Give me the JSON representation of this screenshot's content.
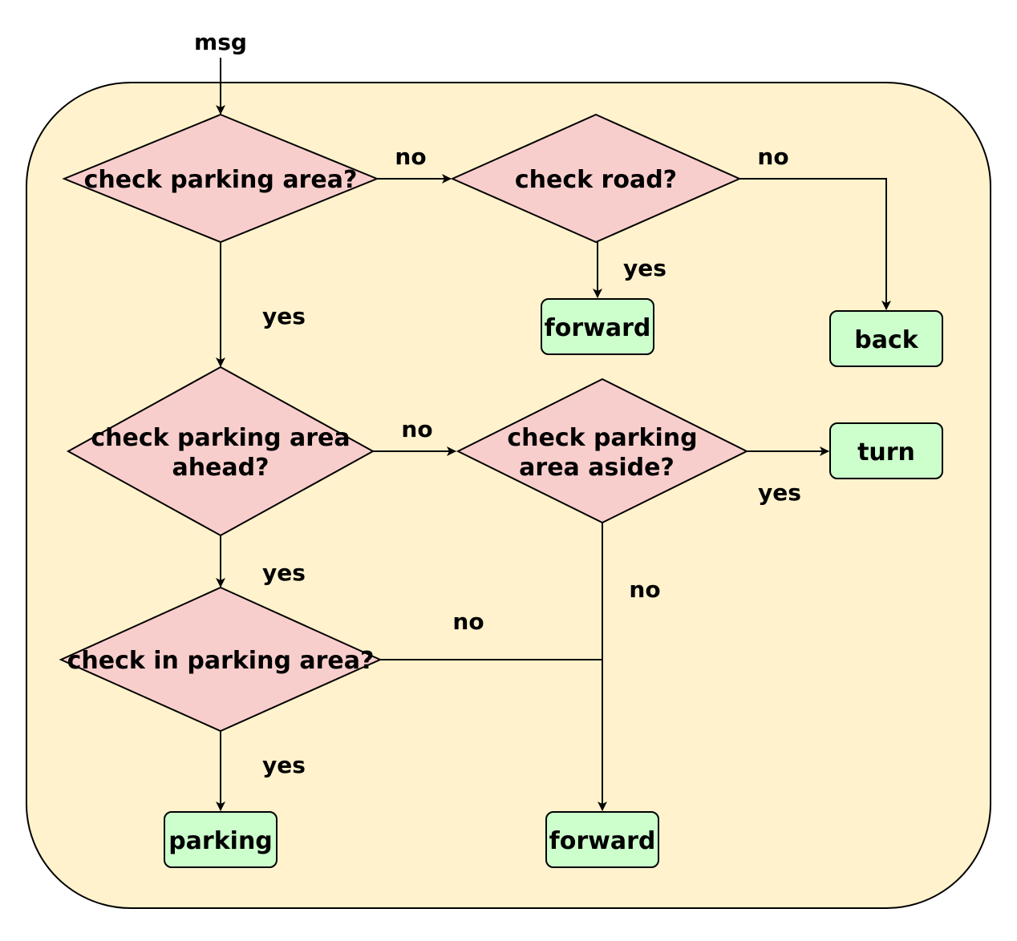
{
  "colors": {
    "container_fill": "#FFF2CC",
    "decision_fill": "#F8CECC",
    "action_fill": "#CCFFCC",
    "stroke": "#000000"
  },
  "input_label": "msg",
  "decisions": {
    "check_parking_area": "check parking area?",
    "check_road": "check road?",
    "check_parking_area_ahead": [
      "check parking area",
      "ahead?"
    ],
    "check_parking_area_aside": [
      "check parking",
      "area aside?"
    ],
    "check_in_parking_area": "check in parking area?"
  },
  "actions": {
    "forward_top": "forward",
    "back": "back",
    "turn": "turn",
    "parking": "parking",
    "forward_bottom": "forward"
  },
  "edge_labels": {
    "parking_area_no": "no",
    "road_no": "no",
    "road_yes": "yes",
    "parking_area_yes": "yes",
    "ahead_no": "no",
    "aside_yes": "yes",
    "ahead_yes": "yes",
    "aside_no": "no",
    "in_parking_no": "no",
    "in_parking_yes": "yes"
  }
}
